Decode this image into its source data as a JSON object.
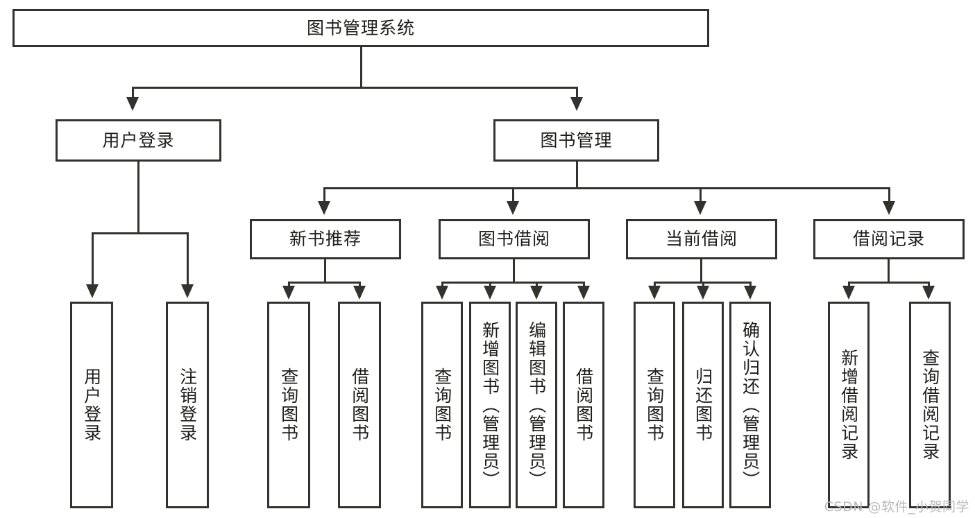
{
  "diagram": {
    "type": "tree-hierarchy",
    "root": {
      "label": "图书管理系统"
    },
    "level1": [
      {
        "label": "用户登录"
      },
      {
        "label": "图书管理"
      }
    ],
    "level2": [
      {
        "label": "新书推荐"
      },
      {
        "label": "图书借阅"
      },
      {
        "label": "当前借阅"
      },
      {
        "label": "借阅记录"
      }
    ],
    "leaves": {
      "user_login": [
        {
          "label": "用户登录"
        },
        {
          "label": "注销登录"
        }
      ],
      "new_book": [
        {
          "label": "查询图书"
        },
        {
          "label": "借阅图书"
        }
      ],
      "book_borrow": [
        {
          "label": "查询图书"
        },
        {
          "label": "新增图书（管理员）"
        },
        {
          "label": "编辑图书（管理员）"
        },
        {
          "label": "借阅图书"
        }
      ],
      "current_borrow": [
        {
          "label": "查询图书"
        },
        {
          "label": "归还图书"
        },
        {
          "label": "确认归还（管理员）"
        }
      ],
      "borrow_record": [
        {
          "label": "新增借阅记录"
        },
        {
          "label": "查询借阅记录"
        }
      ]
    }
  },
  "watermark": {
    "text": "CSDN @软件_小贺同学"
  },
  "colors": {
    "stroke": "#32322f",
    "text": "#1d1d1b",
    "background": "#ffffff",
    "watermark": "#b9b9b9"
  }
}
